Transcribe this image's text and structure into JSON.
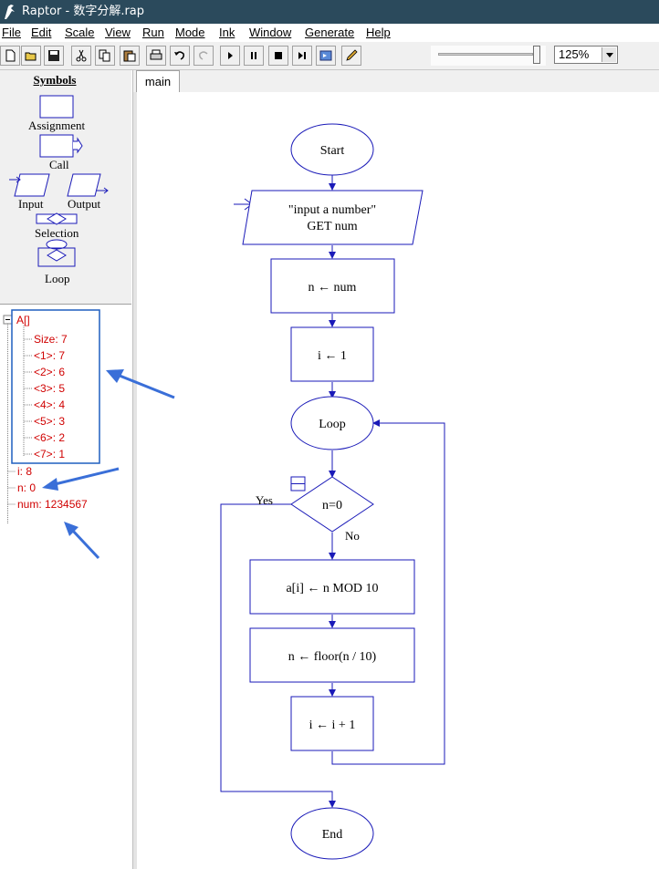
{
  "window": {
    "title": "Raptor - 数字分解.rap"
  },
  "menu": [
    {
      "label": "File"
    },
    {
      "label": "Edit"
    },
    {
      "label": "Scale"
    },
    {
      "label": "View"
    },
    {
      "label": "Run"
    },
    {
      "label": "Mode"
    },
    {
      "label": "Ink"
    },
    {
      "label": "Window"
    },
    {
      "label": "Generate"
    },
    {
      "label": "Help"
    }
  ],
  "toolbar": {
    "buttons": [
      "new-icon",
      "open-icon",
      "save-icon",
      "cut-icon",
      "copy-icon",
      "paste-icon",
      "print-icon",
      "undo-icon",
      "redo-icon",
      "play-icon",
      "pause-icon",
      "stop-icon",
      "step-icon",
      "step-into-icon",
      "pen-icon"
    ],
    "zoom": "125%"
  },
  "symbols": {
    "title": "Symbols",
    "assignment": "Assignment",
    "call": "Call",
    "input": "Input",
    "output": "Output",
    "selection": "Selection",
    "loop": "Loop"
  },
  "variables": {
    "array_name": "A[]",
    "array_items": [
      "Size: 7",
      "<1>: 7",
      "<2>: 6",
      "<3>: 5",
      "<4>: 4",
      "<5>: 3",
      "<6>: 2",
      "<7>: 1"
    ],
    "i": "i: 8",
    "n": "n: 0",
    "num": "num: 1234567"
  },
  "tabs": [
    {
      "label": "main"
    }
  ],
  "flowchart": {
    "start": "Start",
    "input_prompt": "\"input a number\"",
    "input_get": "GET num",
    "assign_n": "n ← num",
    "assign_i": "i ← 1",
    "loop": "Loop",
    "condition": "n=0",
    "yes": "Yes",
    "no": "No",
    "body1": "a[i] ← n MOD 10",
    "body2": "n ← floor(n / 10)",
    "body3": "i ← i + 1",
    "end": "End"
  },
  "colors": {
    "flow": "#1a1ab8",
    "variables": "#d00000",
    "titlebar": "#2b4a5c",
    "highlight": "#1f5fbf"
  }
}
